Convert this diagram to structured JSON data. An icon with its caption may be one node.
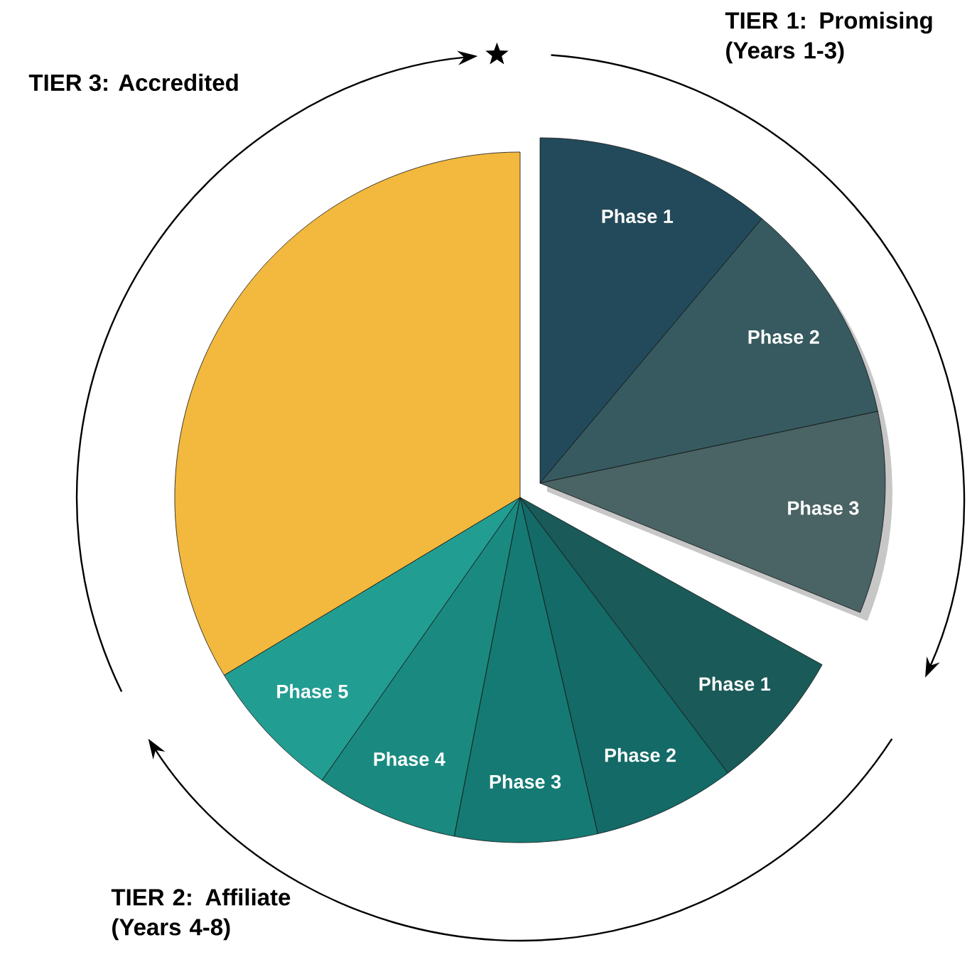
{
  "diagram": {
    "nodes": [
      {
        "text": [
          "Phase 1"
        ]
      },
      {
        "text": [
          "Phase 2"
        ]
      },
      {
        "text": [
          "Phase 3"
        ]
      },
      {
        "text": [
          "Phase 1"
        ]
      },
      {
        "text": [
          "Phase 2"
        ]
      },
      {
        "text": [
          "Phase 3"
        ]
      },
      {
        "text": [
          "Phase 4"
        ]
      },
      {
        "text": [
          "Phase 5"
        ]
      },
      {
        "text": [],
        "shape": "wedge"
      }
    ],
    "labels": [
      "TIER 1: Promising (Years 1-3)",
      "TIER 3: Accredited",
      "TIER 2: Affiliate (Years 4-8)"
    ]
  }
}
